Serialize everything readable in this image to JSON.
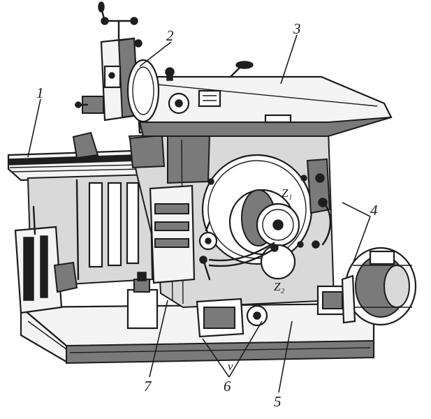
{
  "figure": {
    "callouts": [
      {
        "id": "1",
        "label": "1"
      },
      {
        "id": "2",
        "label": "2"
      },
      {
        "id": "3",
        "label": "3"
      },
      {
        "id": "4",
        "label": "4"
      },
      {
        "id": "5",
        "label": "5"
      },
      {
        "id": "6",
        "label": "6"
      },
      {
        "id": "7",
        "label": "7"
      }
    ],
    "gear_labels": {
      "z1": "Z₁",
      "z2": "Z₂"
    },
    "marks": {
      "v": "v"
    }
  }
}
